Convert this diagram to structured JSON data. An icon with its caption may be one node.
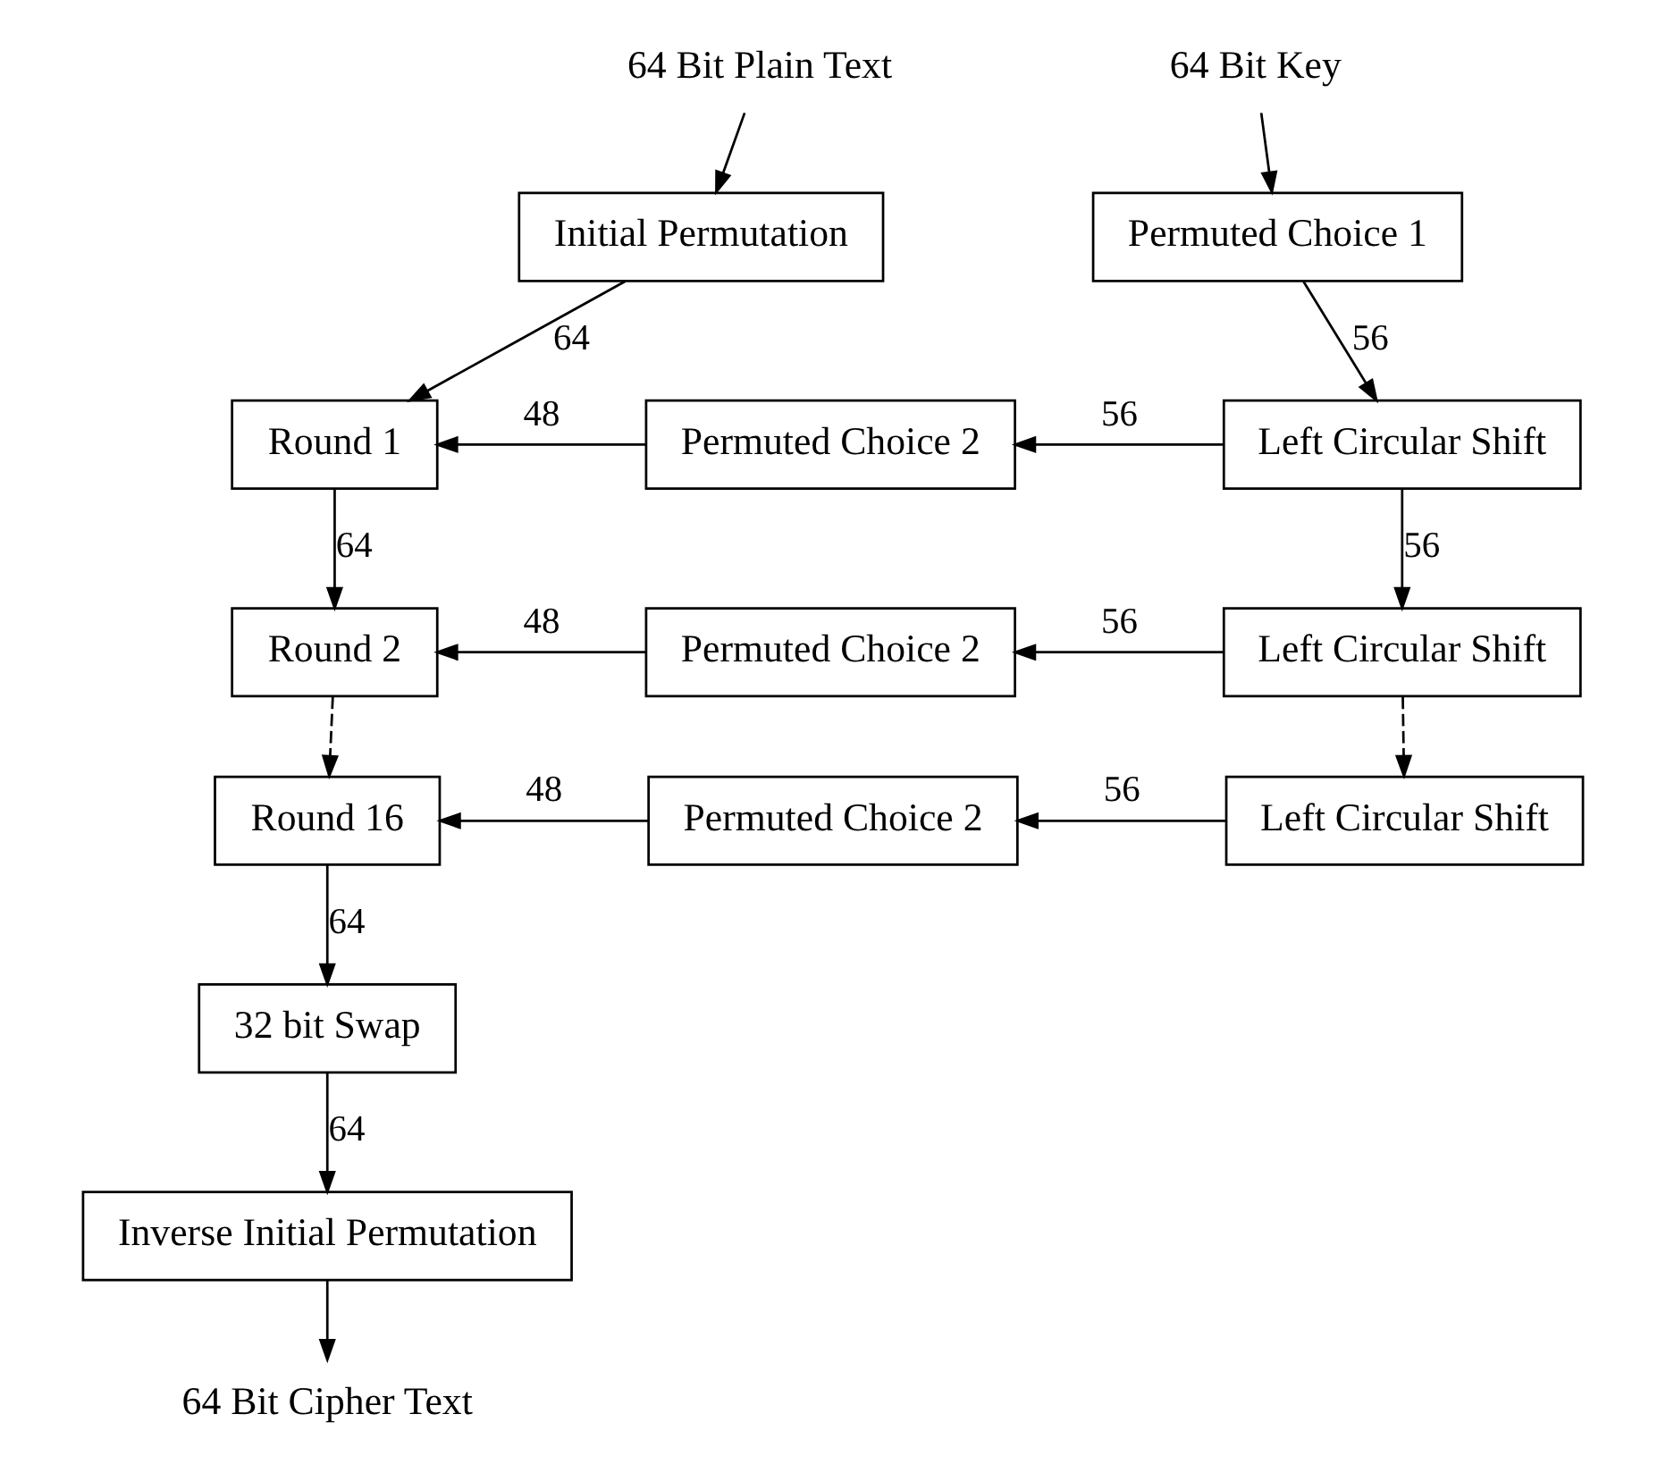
{
  "diagram": {
    "nodes": [
      {
        "text": [
          "64 Bit Plain Text"
        ]
      },
      {
        "text": [
          "Initial Permutation"
        ]
      },
      {
        "text": [
          "64 Bit Key"
        ]
      },
      {
        "text": [
          "Permuted Choice 1"
        ]
      },
      {
        "text": [
          "Round 1"
        ]
      },
      {
        "text": [
          "Permuted Choice 2"
        ]
      },
      {
        "text": [
          "Left Circular Shift"
        ]
      },
      {
        "text": [
          "Round 2"
        ]
      },
      {
        "text": [
          "Permuted Choice 2"
        ]
      },
      {
        "text": [
          "Left Circular Shift"
        ]
      },
      {
        "text": [
          "Round 16"
        ]
      },
      {
        "text": [
          "Permuted Choice 2"
        ]
      },
      {
        "text": [
          "Left Circular Shift"
        ]
      },
      {
        "text": [
          "32 bit Swap"
        ]
      },
      {
        "text": [
          "Inverse Initial Permutation"
        ]
      },
      {
        "text": [
          "64 Bit Cipher Text"
        ]
      }
    ],
    "edges": [
      {
        "from": 0,
        "to": 1,
        "arrow": "to"
      },
      {
        "from": 2,
        "to": 3,
        "arrow": "to"
      },
      {
        "from": 1,
        "to": 4,
        "arrow": "to",
        "label": "64"
      },
      {
        "from": 3,
        "to": 6,
        "arrow": "to",
        "label": "56"
      },
      {
        "from": 6,
        "to": 5,
        "arrow": "to",
        "label": "56"
      },
      {
        "from": 5,
        "to": 4,
        "arrow": "to",
        "label": "48"
      },
      {
        "from": 4,
        "to": 7,
        "arrow": "to",
        "label": "64"
      },
      {
        "from": 6,
        "to": 9,
        "arrow": "to",
        "label": "56"
      },
      {
        "from": 9,
        "to": 8,
        "arrow": "to",
        "label": "56"
      },
      {
        "from": 8,
        "to": 7,
        "arrow": "to",
        "label": "48"
      },
      {
        "from": 7,
        "to": 10,
        "arrow": "to",
        "style": "dashed"
      },
      {
        "from": 9,
        "to": 12,
        "arrow": "to",
        "style": "dashed"
      },
      {
        "from": 12,
        "to": 11,
        "arrow": "to",
        "label": "56"
      },
      {
        "from": 11,
        "to": 10,
        "arrow": "to",
        "label": "48"
      },
      {
        "from": 10,
        "to": 13,
        "arrow": "to",
        "label": "64"
      },
      {
        "from": 13,
        "to": 14,
        "arrow": "to",
        "label": "64"
      },
      {
        "from": 14,
        "to": 15,
        "arrow": "to"
      }
    ]
  }
}
